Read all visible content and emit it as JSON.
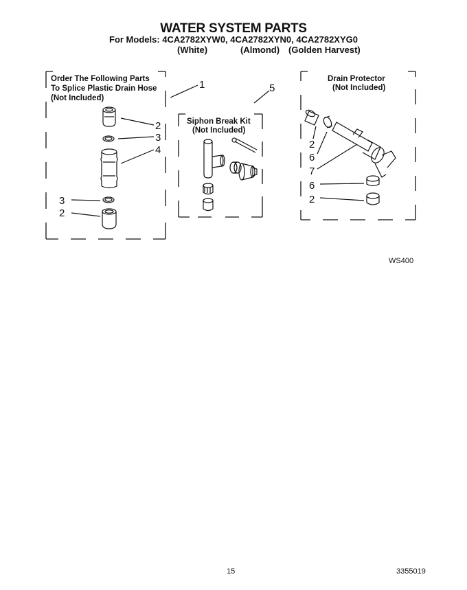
{
  "header": {
    "title": "WATER SYSTEM PARTS",
    "models": "For Models: 4CA2782XYW0, 4CA2782XYN0, 4CA2782XYG0",
    "finishes": [
      "(White)",
      "(Almond)",
      "(Golden Harvest)"
    ]
  },
  "groups": {
    "splice": {
      "lines": [
        "Order The Following Parts",
        "To Splice Plastic Drain Hose",
        "(Not Included)"
      ]
    },
    "siphon": {
      "lines": [
        "Siphon Break Kit",
        "(Not Included)"
      ]
    },
    "drain": {
      "lines": [
        "Drain Protector",
        "(Not Included)"
      ]
    }
  },
  "callouts": {
    "splice_group": "1",
    "upper_connector": "2",
    "upper_clamp": "3",
    "coupling": "4",
    "lower_clamp": "3",
    "lower_connector": "2",
    "siphon_kit": "5",
    "drain_connector_top": "2",
    "drain_nut_top": "6",
    "drain_body": "7",
    "drain_nut_bottom": "6",
    "drain_connector_bottom": "2"
  },
  "diagram_code": "WS400",
  "footer": {
    "page_number": "15",
    "doc_number": "3355019"
  }
}
